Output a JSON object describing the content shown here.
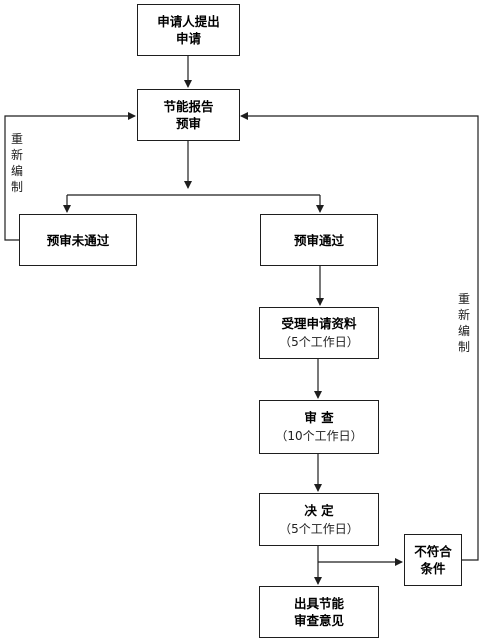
{
  "nodes": {
    "apply": {
      "title": "申请人提出\n申请"
    },
    "prereview": {
      "title": "节能报告\n预审"
    },
    "prereview_fail": {
      "title": "预审未通过"
    },
    "prereview_pass": {
      "title": "预审通过"
    },
    "accept": {
      "title": "受理申请资料",
      "sub": "（5个工作日）"
    },
    "review": {
      "title": "审  查",
      "sub": "（10个工作日）"
    },
    "decision": {
      "title": "决  定",
      "sub": "（5个工作日）"
    },
    "noncompliant": {
      "title": "不符合\n条件"
    },
    "issue": {
      "title": "出具节能\n审查意见"
    }
  },
  "edge_labels": {
    "reedit_left": "重新编制",
    "reedit_right": "重新编制"
  }
}
